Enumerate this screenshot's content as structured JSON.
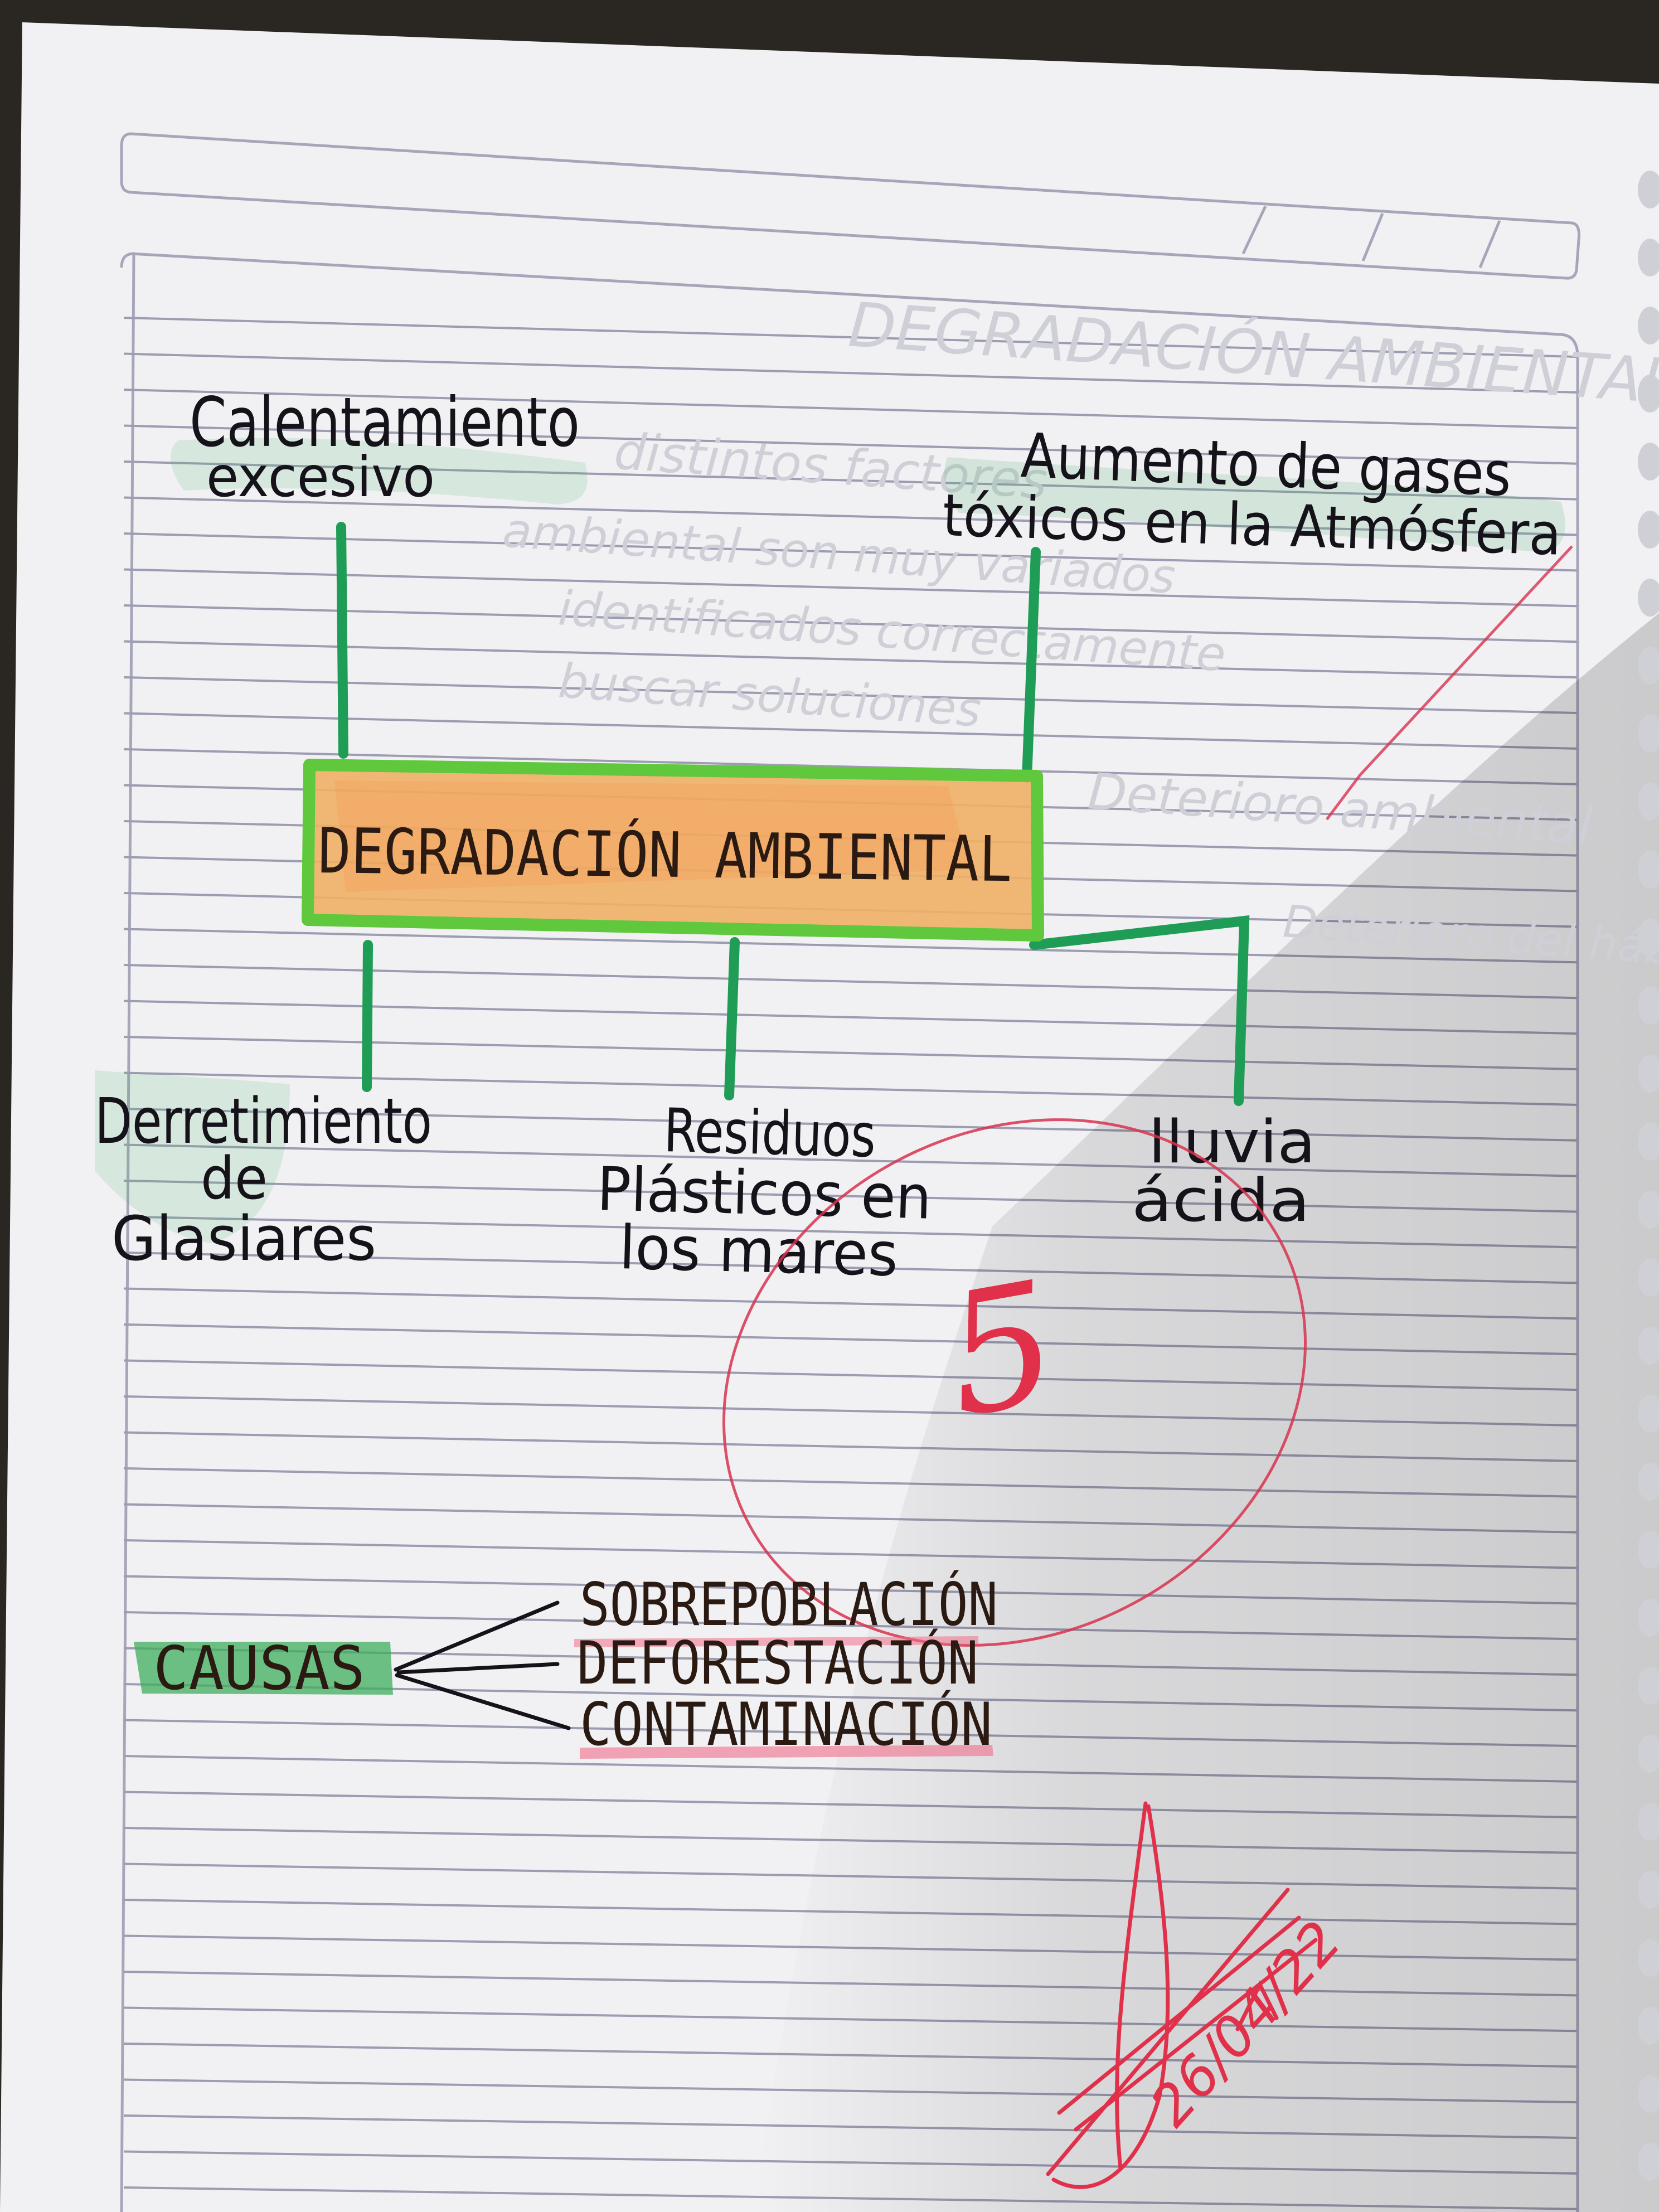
{
  "colors": {
    "paper": "#f1f1f3",
    "rule_line": "#9c9cb2",
    "ink": "#15121a",
    "green_marker": "#1f9c55",
    "box_fill": "#f0b066",
    "box_border": "#5fc83c",
    "red_pen": "#d8324f",
    "highlight_green": "#3fae5c",
    "highlight_pink": "#f26d8a"
  },
  "diagram": {
    "center": {
      "label": "DEGRADACIÓN AMBIENTAL"
    },
    "top_left": {
      "line1": "Calentamiento",
      "line2": "excesivo"
    },
    "top_right": {
      "line1": "Aumento de gases",
      "line2": "tóxicos en la Atmósfera"
    },
    "bottom_left": {
      "line1": "Derretimiento",
      "line2": "de",
      "line3": "Glasiares"
    },
    "bottom_mid": {
      "line1": "Residuos",
      "line2": "Plásticos en",
      "line3": "los mares"
    },
    "bottom_right": {
      "line1": "lluvia",
      "line2": "ácida"
    }
  },
  "causes": {
    "label": "CAUSAS",
    "items": [
      "SOBREPOBLACIÓN",
      "DEFORESTACIÓN",
      "CONTAMINACIÓN"
    ]
  },
  "grade": {
    "mark": "5"
  },
  "signature": {
    "date": "26/04/22"
  }
}
